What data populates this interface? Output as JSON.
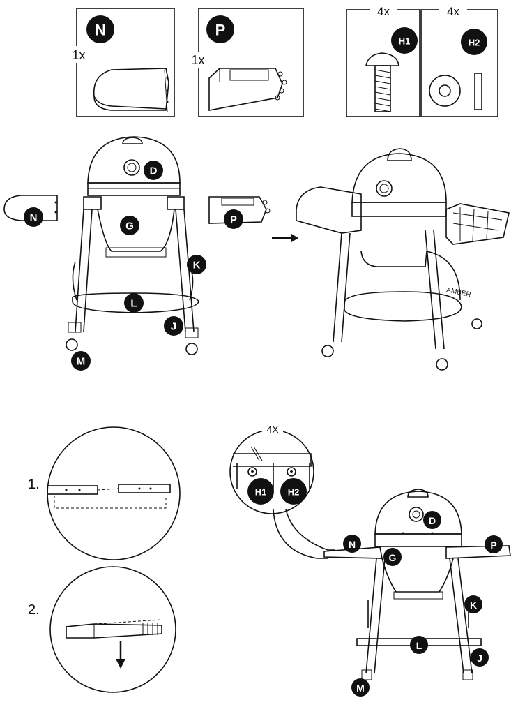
{
  "parts": {
    "N": {
      "letter": "N",
      "qty": "1x"
    },
    "P": {
      "letter": "P",
      "qty": "1x"
    },
    "H1": {
      "letter": "H1",
      "qty": "4x"
    },
    "H2": {
      "letter": "H2",
      "qty": "4x"
    }
  },
  "callouts": {
    "D": "D",
    "G": "G",
    "K": "K",
    "L": "L",
    "J": "J",
    "M": "M",
    "N": "N",
    "P": "P",
    "H1": "H1",
    "H2": "H2"
  },
  "steps": {
    "step1": "1.",
    "step2": "2."
  },
  "detail": {
    "qty": "4X"
  },
  "grill_text": "AMBER"
}
